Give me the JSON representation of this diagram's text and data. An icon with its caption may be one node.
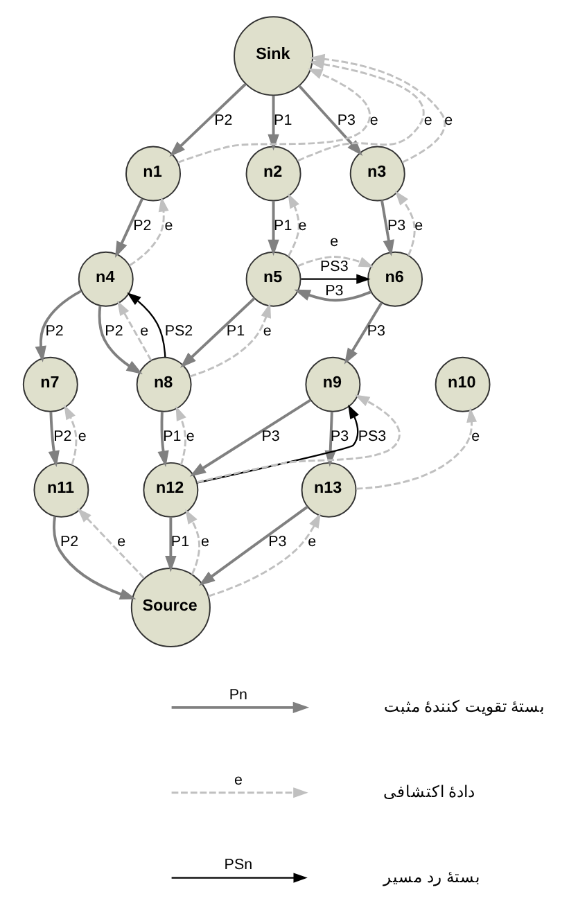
{
  "diagram": {
    "nodes": [
      {
        "text": [
          "Sink"
        ]
      },
      {
        "text": [
          "n1"
        ]
      },
      {
        "text": [
          "n2"
        ]
      },
      {
        "text": [
          "n3"
        ]
      },
      {
        "text": [
          "n4"
        ]
      },
      {
        "text": [
          "n5"
        ]
      },
      {
        "text": [
          "n6"
        ]
      },
      {
        "text": [
          "n7"
        ]
      },
      {
        "text": [
          "n8"
        ]
      },
      {
        "text": [
          "n9"
        ]
      },
      {
        "text": [
          "n10"
        ]
      },
      {
        "text": [
          "n11"
        ]
      },
      {
        "text": [
          "n12"
        ]
      },
      {
        "text": [
          "n13"
        ]
      },
      {
        "text": [
          "Source"
        ]
      }
    ],
    "edges": [
      {
        "from": 0,
        "to": 1,
        "arrow": "to",
        "label": "P2"
      },
      {
        "from": 1,
        "to": 0,
        "arrow": "to",
        "label": "e",
        "style": "dashed",
        "color": "#c0c0c0"
      },
      {
        "from": 0,
        "to": 2,
        "arrow": "to",
        "label": "P1"
      },
      {
        "from": 2,
        "to": 0,
        "arrow": "to",
        "label": "e",
        "style": "dashed",
        "color": "#c0c0c0"
      },
      {
        "from": 0,
        "to": 3,
        "arrow": "to",
        "label": "P3"
      },
      {
        "from": 3,
        "to": 0,
        "arrow": "to",
        "label": "e",
        "style": "dashed",
        "color": "#c0c0c0"
      },
      {
        "from": 1,
        "to": 4,
        "arrow": "to",
        "label": "P2"
      },
      {
        "from": 4,
        "to": 1,
        "arrow": "to",
        "label": "e",
        "style": "dashed",
        "color": "#c0c0c0"
      },
      {
        "from": 2,
        "to": 5,
        "arrow": "to",
        "label": "P1"
      },
      {
        "from": 5,
        "to": 2,
        "arrow": "to",
        "label": "e",
        "style": "dashed",
        "color": "#c0c0c0"
      },
      {
        "from": 3,
        "to": 6,
        "arrow": "to",
        "label": "P3"
      },
      {
        "from": 6,
        "to": 3,
        "arrow": "to",
        "label": "e",
        "style": "dashed",
        "color": "#c0c0c0"
      },
      {
        "from": 6,
        "to": 5,
        "arrow": "to",
        "label": "P3"
      },
      {
        "from": 5,
        "to": 6,
        "arrow": "to",
        "label": "e",
        "style": "dashed",
        "color": "#c0c0c0"
      },
      {
        "from": 5,
        "to": 6,
        "arrow": "to",
        "label": "PS3",
        "color": "#000000"
      },
      {
        "from": 4,
        "to": 7,
        "arrow": "to",
        "label": "P2"
      },
      {
        "from": 4,
        "to": 8,
        "arrow": "to",
        "label": "P2"
      },
      {
        "from": 8,
        "to": 4,
        "arrow": "to",
        "label": "e",
        "style": "dashed",
        "color": "#c0c0c0"
      },
      {
        "from": 8,
        "to": 4,
        "arrow": "to",
        "label": "PS2",
        "color": "#000000"
      },
      {
        "from": 5,
        "to": 8,
        "arrow": "to",
        "label": "P1"
      },
      {
        "from": 8,
        "to": 5,
        "arrow": "to",
        "label": "e",
        "style": "dashed",
        "color": "#c0c0c0"
      },
      {
        "from": 6,
        "to": 9,
        "arrow": "to",
        "label": "P3"
      },
      {
        "from": 7,
        "to": 11,
        "arrow": "to",
        "label": "P2"
      },
      {
        "from": 11,
        "to": 7,
        "arrow": "to",
        "label": "e",
        "style": "dashed",
        "color": "#c0c0c0"
      },
      {
        "from": 8,
        "to": 12,
        "arrow": "to",
        "label": "P1"
      },
      {
        "from": 12,
        "to": 8,
        "arrow": "to",
        "label": "e",
        "style": "dashed",
        "color": "#c0c0c0"
      },
      {
        "from": 12,
        "to": 9,
        "arrow": "to",
        "label": "PS3",
        "color": "#000000"
      },
      {
        "from": 12,
        "to": 9,
        "arrow": "to",
        "style": "dashed",
        "color": "#c0c0c0"
      },
      {
        "from": 9,
        "to": 12,
        "arrow": "to",
        "label": "P3"
      },
      {
        "from": 9,
        "to": 13,
        "arrow": "to",
        "label": "P3"
      },
      {
        "from": 13,
        "to": 10,
        "arrow": "to",
        "label": "e",
        "style": "dashed",
        "color": "#c0c0c0"
      },
      {
        "from": 11,
        "to": 14,
        "arrow": "to",
        "label": "P2"
      },
      {
        "from": 14,
        "to": 11,
        "arrow": "to",
        "label": "e",
        "style": "dashed",
        "color": "#c0c0c0"
      },
      {
        "from": 12,
        "to": 14,
        "arrow": "to",
        "label": "P1"
      },
      {
        "from": 14,
        "to": 12,
        "arrow": "to",
        "label": "e",
        "style": "dashed",
        "color": "#c0c0c0"
      },
      {
        "from": 13,
        "to": 14,
        "arrow": "to",
        "label": "P3"
      },
      {
        "from": 14,
        "to": 13,
        "arrow": "to",
        "label": "e",
        "style": "dashed",
        "color": "#c0c0c0"
      }
    ],
    "labels": [
      "Pn",
      "e",
      "PSn"
    ],
    "legend": [
      {
        "text": "بستهٔ تقویت کنندهٔ مثبت"
      },
      {
        "text": "دادهٔ اکتشافی"
      },
      {
        "text": "بستهٔ رد مسیر"
      }
    ]
  }
}
